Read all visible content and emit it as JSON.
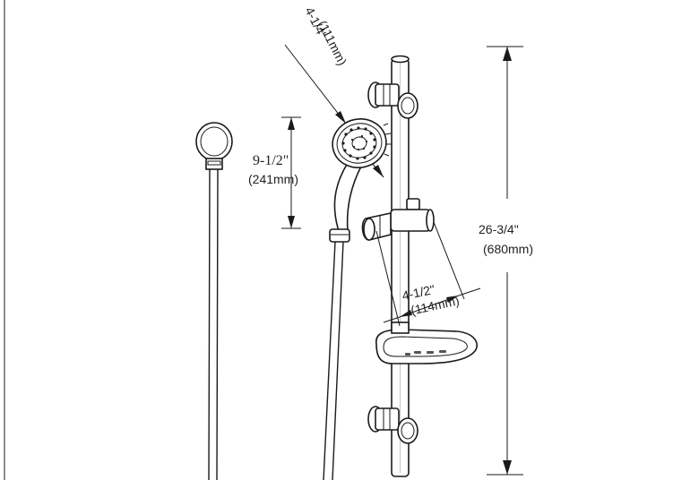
{
  "dimensions": {
    "spray_face": {
      "imperial": "4-1/4\"",
      "metric": "(111mm)"
    },
    "handshower_length": {
      "imperial": "9-1/2\"",
      "metric": "(241mm)"
    },
    "bar_height": {
      "imperial": "26-3/4\"",
      "metric": "(680mm)"
    },
    "bracket_reach": {
      "imperial": "4-1/2\"",
      "metric": "(114mm)"
    }
  },
  "colors": {
    "line": "#1a1a1a",
    "background": "#ffffff"
  }
}
